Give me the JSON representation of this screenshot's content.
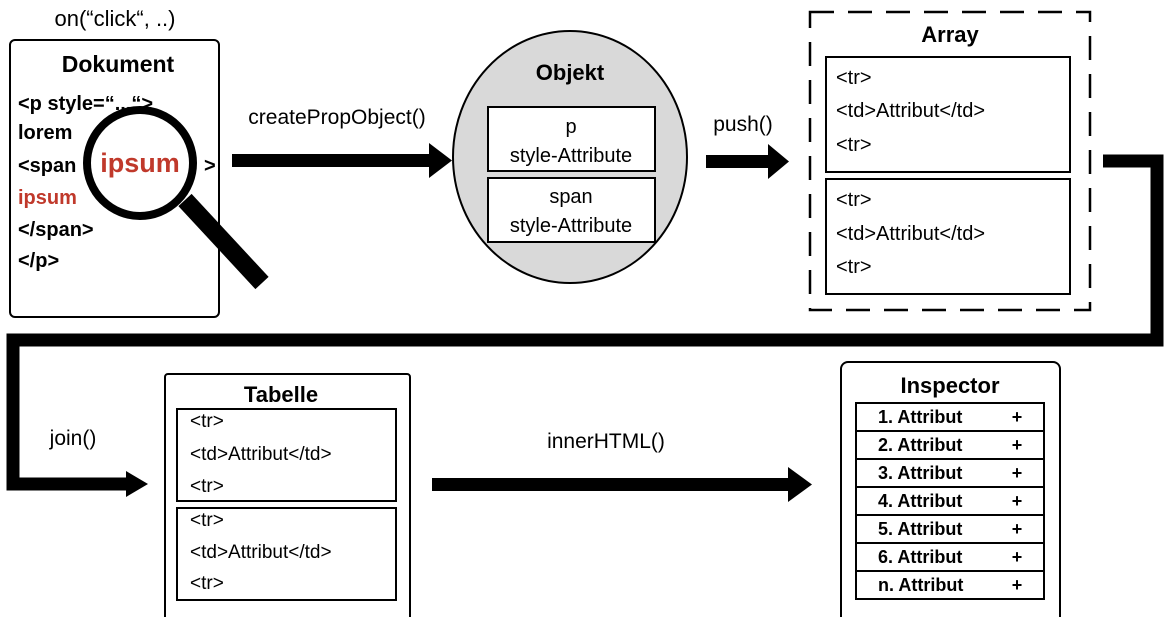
{
  "event_label": "on(“click“, ..)",
  "dokument": {
    "title": "Dokument",
    "lines": [
      "<p style=“...“>",
      "lorem",
      "<span",
      ">",
      "ipsum",
      "</span>",
      "</p>"
    ],
    "magnified_word": "ipsum"
  },
  "step1_label": "createPropObject()",
  "objekt": {
    "title": "Objekt",
    "box1": [
      "p",
      "style-Attribute"
    ],
    "box2": [
      "span",
      "style-Attribute"
    ]
  },
  "step2_label": "push()",
  "array": {
    "title": "Array",
    "box1": [
      "<tr>",
      "<td>Attribut</td>",
      "<tr>"
    ],
    "box2": [
      "<tr>",
      "<td>Attribut</td>",
      "<tr>"
    ]
  },
  "step3_label": "join()",
  "tabelle": {
    "title": "Tabelle",
    "box1": [
      "<tr>",
      "<td>Attribut</td>",
      "<tr>"
    ],
    "box2": [
      "<tr>",
      "<td>Attribut</td>",
      "<tr>"
    ]
  },
  "step4_label": "innerHTML()",
  "inspector": {
    "title": "Inspector",
    "rows": [
      "1. Attribut",
      "2. Attribut",
      "3. Attribut",
      "4. Attribut",
      "5. Attribut",
      "6. Attribut",
      "n. Attribut"
    ],
    "expand_symbol": "+"
  },
  "colors": {
    "highlight": "#c0392b",
    "objekt_fill": "#d9d9d9"
  }
}
